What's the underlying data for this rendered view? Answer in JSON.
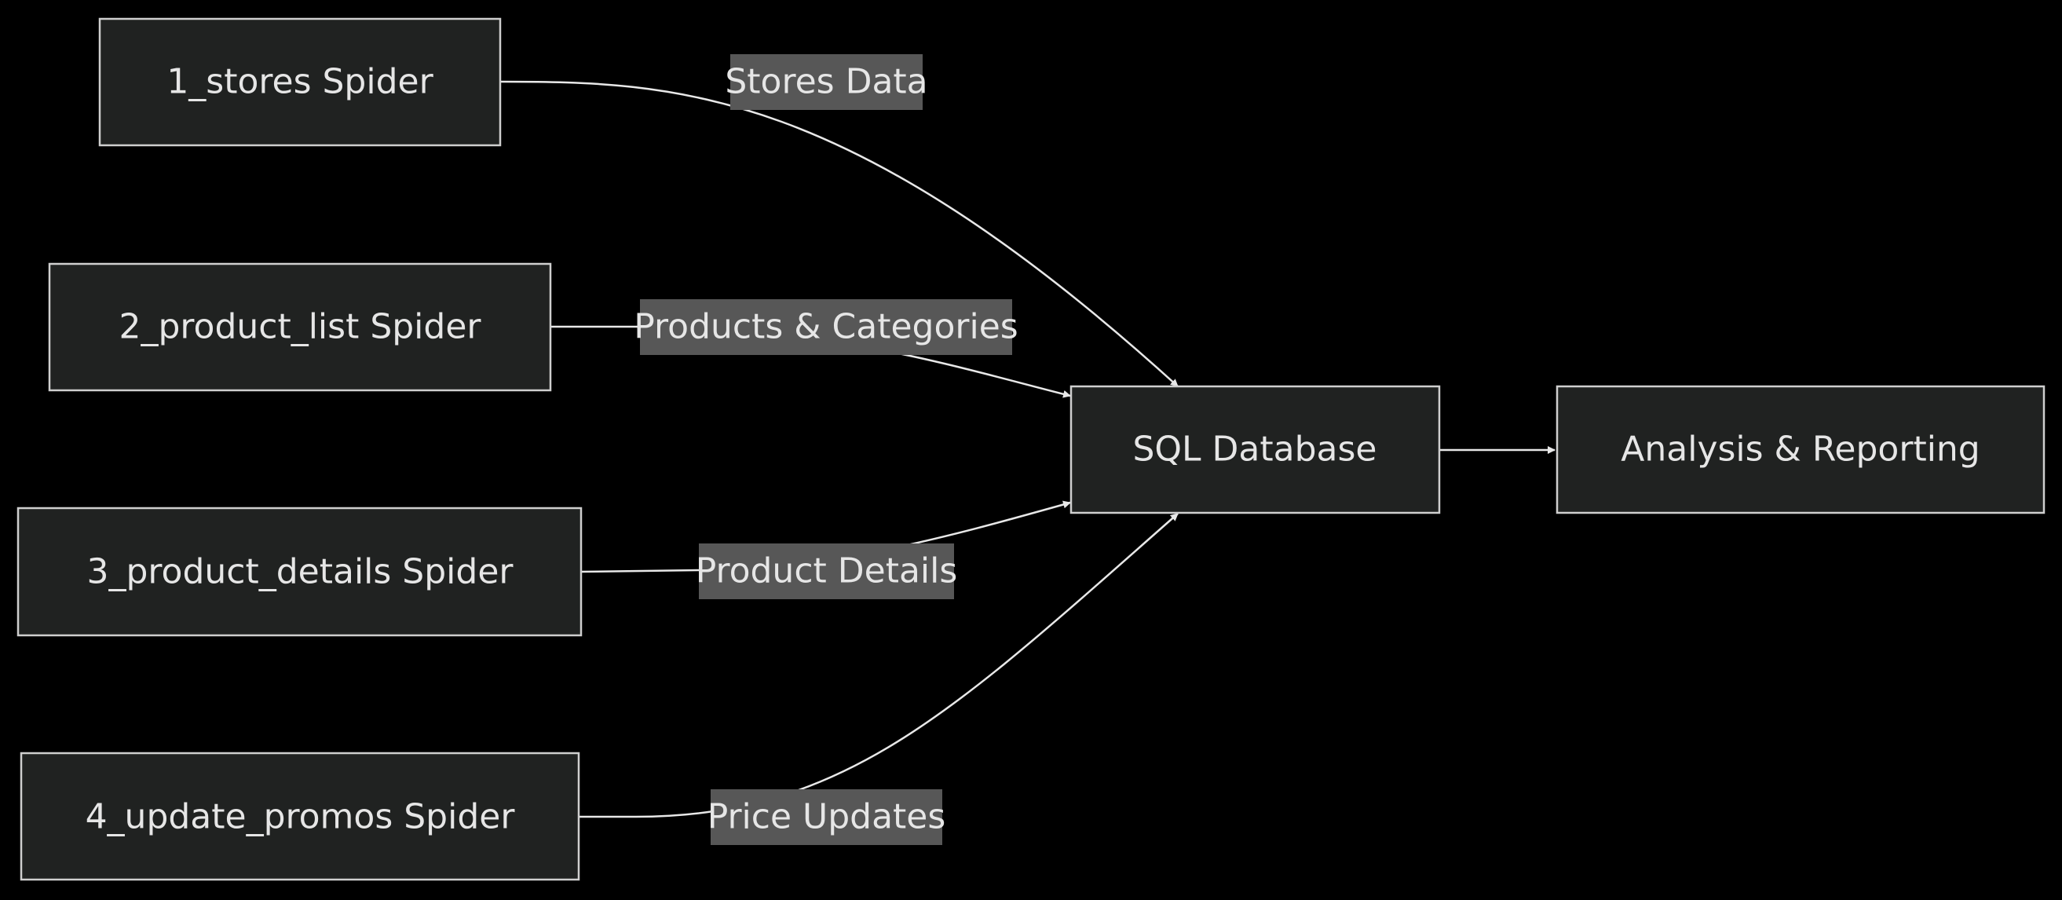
{
  "diagram": {
    "type": "flowchart",
    "direction": "left-to-right",
    "nodes": [
      {
        "id": "stores",
        "label": "1_stores Spider"
      },
      {
        "id": "product_list",
        "label": "2_product_list Spider"
      },
      {
        "id": "product_details",
        "label": "3_product_details Spider"
      },
      {
        "id": "update_promos",
        "label": "4_update_promos Spider"
      },
      {
        "id": "sql",
        "label": "SQL Database"
      },
      {
        "id": "analysis",
        "label": "Analysis & Reporting"
      }
    ],
    "edges": [
      {
        "from": "stores",
        "to": "sql",
        "label": "Stores Data"
      },
      {
        "from": "product_list",
        "to": "sql",
        "label": "Products & Categories"
      },
      {
        "from": "product_details",
        "to": "sql",
        "label": "Product Details"
      },
      {
        "from": "update_promos",
        "to": "sql",
        "label": "Price Updates"
      },
      {
        "from": "sql",
        "to": "analysis",
        "label": ""
      }
    ],
    "colors": {
      "background": "#000000",
      "node_fill": "#202221",
      "node_stroke": "#cfcfcf",
      "edge_stroke": "#e8e8e8",
      "edge_label_fill": "#575757",
      "text": "#e6e6e6"
    }
  }
}
